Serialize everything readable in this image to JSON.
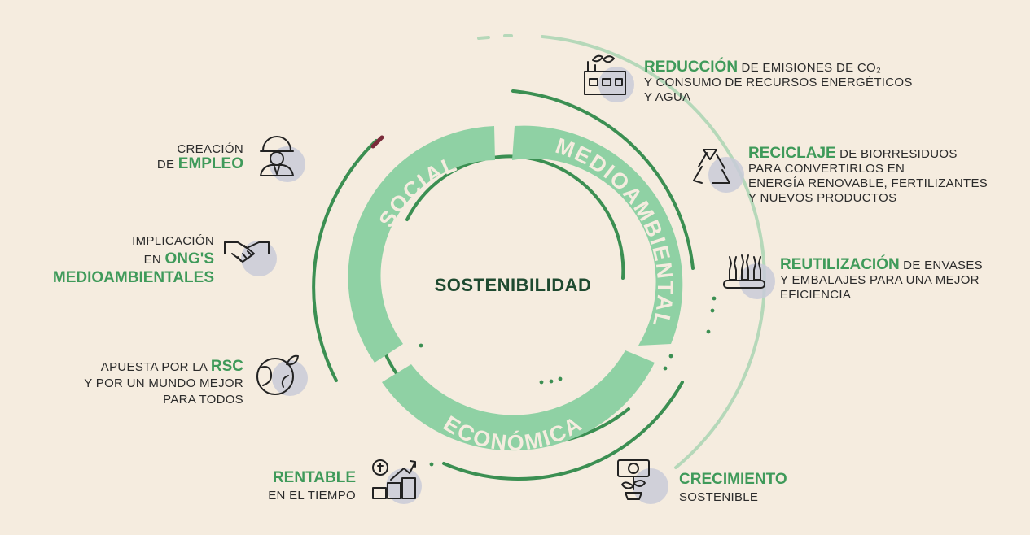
{
  "center": {
    "title": "SOSTENIBILIDAD"
  },
  "segments": {
    "social": "SOCIAL",
    "environmental": "MEDIOAMBIENTAL",
    "economic": "ECONÓMICA"
  },
  "left_items": [
    {
      "line1": "CREACIÓN",
      "pre": "DE ",
      "highlight": "EMPLEO",
      "icon": "worker-icon"
    },
    {
      "line1": "IMPLICACIÓN",
      "pre": "EN ",
      "highlight": "ONG'S",
      "line3": "MEDIOAMBIENTALES",
      "icon": "handshake-icon"
    },
    {
      "pre": "APUESTA POR LA ",
      "highlight": "RSC",
      "line2": "Y POR UN MUNDO MEJOR",
      "line3": "PARA TODOS",
      "icon": "globe-plant-icon"
    }
  ],
  "bottom_items": [
    {
      "highlight": "RENTABLE",
      "line2": "EN EL TIEMPO",
      "icon": "money-growth-icon"
    },
    {
      "highlight": "CRECIMIENTO",
      "line2": "SOSTENIBLE",
      "icon": "money-plant-icon"
    }
  ],
  "right_items": [
    {
      "highlight": "REDUCCIÓN",
      "rest": " DE EMISIONES DE CO₂",
      "line2": "Y CONSUMO DE RECURSOS ENERGÉTICOS",
      "line3": "Y AGUA",
      "icon": "factory-icon"
    },
    {
      "highlight": "RECICLAJE",
      "rest": " DE BIORRESIDUOS",
      "line2": "PARA CONVERTIRLOS EN",
      "line3": "ENERGÍA RENOVABLE, FERTILIZANTES",
      "line4": "Y NUEVOS PRODUCTOS",
      "icon": "recycle-icon"
    },
    {
      "highlight": "REUTILIZACIÓN",
      "rest": " DE ENVASES",
      "line2": "Y EMBALAJES PARA UNA MEJOR",
      "line3": "EFICIENCIA",
      "icon": "bottles-icon"
    }
  ],
  "colors": {
    "background": "#f5ecdf",
    "segment": "#8fd1a4",
    "accent": "#3f9a5a",
    "dark_ring": "#3b8f52",
    "light_ring": "#b5d8b9",
    "text": "#2b2b2b",
    "title": "#1f4a30",
    "icon_disc": "#c9cbd8"
  }
}
